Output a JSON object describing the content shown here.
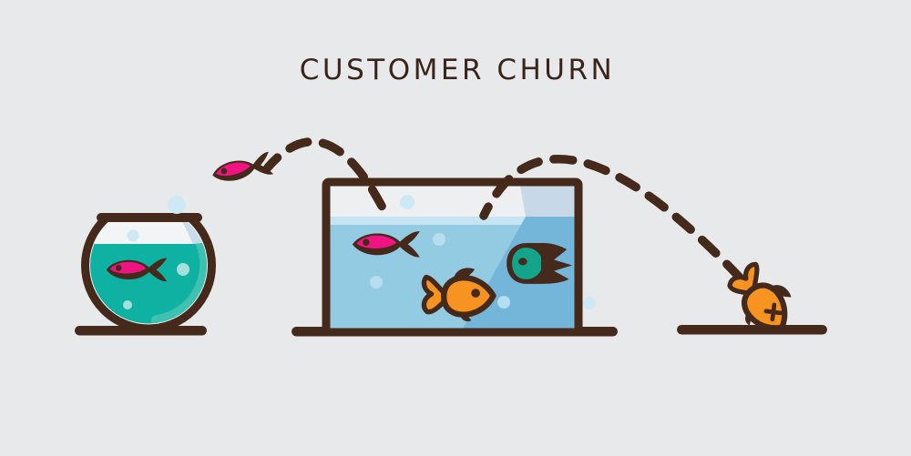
{
  "title": "CUSTOMER CHURN",
  "icons": [
    "fishbowl-icon",
    "pink-fish-icon",
    "jumping-fish-icon",
    "aquarium-tank-icon",
    "gold-fish-icon",
    "teal-fish-icon",
    "dead-fish-icon",
    "churn-arc",
    "bubble",
    "ground-line"
  ],
  "colors": {
    "bg": "#e8e9ea",
    "ink": "#45291b",
    "title": "#3a241c",
    "pink": "#f01483",
    "bowl_water": "#0fb1a3",
    "bowl_water_light": "#3fc1b2",
    "glass_white": "#f3f4f5",
    "glass_highlight": "#c9dcea",
    "tank_white": "#edeff0",
    "tank_water": "#93cbe3",
    "tank_water_dark": "#74b6da",
    "tank_surface": "#c6e4f1",
    "tank_tint_top": "#c9d8e6",
    "gold": "#f79421",
    "teal_fish": "#13a58b",
    "bubble_light": "#cfe9f4",
    "bubble_water": "#b5def0",
    "bubble_teal": "#a6e0da"
  }
}
